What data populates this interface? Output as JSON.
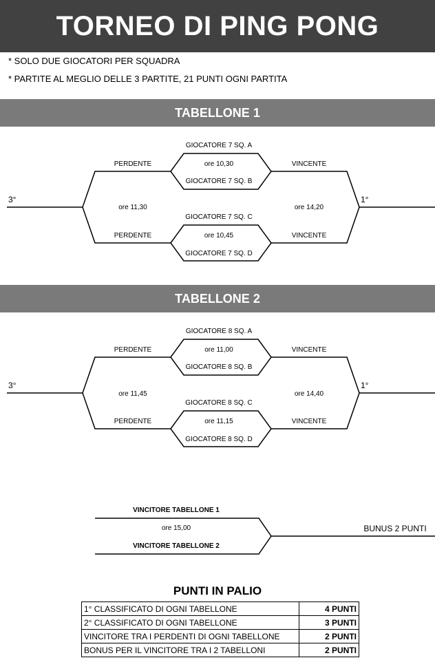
{
  "title": "TORNEO DI PING PONG",
  "notes": [
    "* SOLO DUE GIOCATORI PER SQUADRA",
    "* PARTITE AL MEGLIO DELLE 3 PARTITE, 21 PUNTI OGNI PARTITA"
  ],
  "brackets": [
    {
      "title": "TABELLONE 1",
      "players": [
        "GIOCATORE 7 SQ. A",
        "GIOCATORE 7 SQ. B",
        "GIOCATORE 7 SQ. C",
        "GIOCATORE 7 SQ. D"
      ],
      "match_times": [
        "ore 10,30",
        "ore 10,45"
      ],
      "loser_label": "PERDENTE",
      "winner_label": "VINCENTE",
      "loser_final_time": "ore 11,30",
      "winner_final_time": "ore 14,20",
      "third_place": "3°",
      "first_place": "1°"
    },
    {
      "title": "TABELLONE 2",
      "players": [
        "GIOCATORE 8 SQ. A",
        "GIOCATORE 8 SQ. B",
        "GIOCATORE 8 SQ. C",
        "GIOCATORE 8 SQ. D"
      ],
      "match_times": [
        "ore 11,00",
        "ore 11,15"
      ],
      "loser_label": "PERDENTE",
      "winner_label": "VINCENTE",
      "loser_final_time": "ore 11,45",
      "winner_final_time": "ore 14,40",
      "third_place": "3°",
      "first_place": "1°"
    }
  ],
  "final": {
    "top": "VINCITORE TABELLONE 1",
    "time": "ore 15,00",
    "bottom": "VINCITORE TABELLONE 2",
    "result": "BUNUS 2 PUNTI"
  },
  "points": {
    "title": "PUNTI IN PALIO",
    "rows": [
      {
        "label": "1° CLASSIFICATO DI OGNI TABELLONE",
        "value": "4 PUNTI"
      },
      {
        "label": "2° CLASSIFICATO DI OGNI TABELLONE",
        "value": "3 PUNTI"
      },
      {
        "label": "VINCITORE TRA I PERDENTI DI OGNI TABELLONE",
        "value": "2 PUNTI"
      },
      {
        "label": "BONUS PER IL VINCITORE TRA I 2 TABELLONI",
        "value": "2 PUNTI"
      }
    ]
  }
}
